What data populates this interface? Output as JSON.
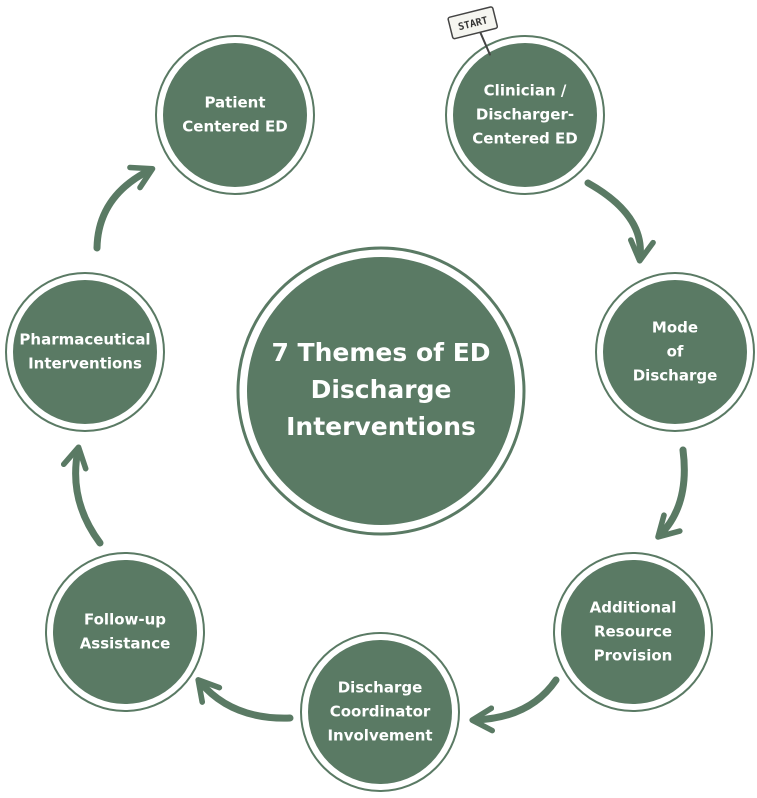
{
  "colors": {
    "fill": "#5a7a64",
    "ring": "#5a7a64",
    "arrow": "#5a7a64",
    "text": "#ffffff",
    "sign": "#f5f5f0"
  },
  "center": {
    "lines": [
      "7 Themes of ED",
      "Discharge",
      "Interventions"
    ]
  },
  "start_sign": {
    "label": "START",
    "icon": "signpost-icon"
  },
  "nodes": [
    {
      "id": "clinician-centered-ed",
      "lines": [
        "Clinician /",
        "Discharger-",
        "Centered ED"
      ]
    },
    {
      "id": "mode-of-discharge",
      "lines": [
        "Mode",
        "of",
        "Discharge"
      ]
    },
    {
      "id": "additional-resource-provision",
      "lines": [
        "Additional",
        "Resource",
        "Provision"
      ]
    },
    {
      "id": "discharge-coordinator-involvement",
      "lines": [
        "Discharge",
        "Coordinator",
        "Involvement"
      ]
    },
    {
      "id": "follow-up-assistance",
      "lines": [
        "Follow-up",
        "Assistance"
      ]
    },
    {
      "id": "pharmaceutical-interventions",
      "lines": [
        "Pharmaceutical",
        "Interventions"
      ]
    },
    {
      "id": "patient-centered-ed",
      "lines": [
        "Patient",
        "Centered ED"
      ]
    }
  ],
  "edges": [
    {
      "from": "clinician-centered-ed",
      "to": "mode-of-discharge"
    },
    {
      "from": "mode-of-discharge",
      "to": "additional-resource-provision"
    },
    {
      "from": "additional-resource-provision",
      "to": "discharge-coordinator-involvement"
    },
    {
      "from": "discharge-coordinator-involvement",
      "to": "follow-up-assistance"
    },
    {
      "from": "follow-up-assistance",
      "to": "pharmaceutical-interventions"
    },
    {
      "from": "pharmaceutical-interventions",
      "to": "patient-centered-ed"
    }
  ]
}
